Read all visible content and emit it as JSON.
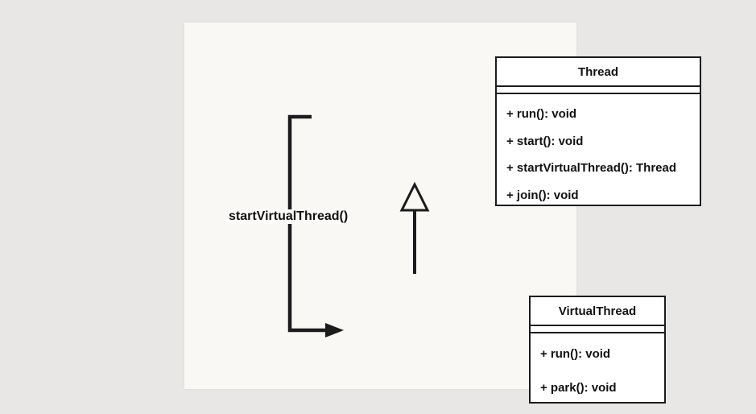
{
  "diagram_type": "uml-class-diagram",
  "colors": {
    "outer_background": "#e8e7e5",
    "panel_background": "#f9f8f5",
    "box_fill": "#ffffff",
    "line": "#1c1c1c",
    "text": "#111111"
  },
  "classes": {
    "thread": {
      "name": "Thread",
      "attributes": [],
      "methods": [
        "+ run(): void",
        "+ start(): void",
        "+ startVirtualThread(): Thread",
        "+ join(): void"
      ]
    },
    "virtual_thread": {
      "name": "VirtualThread",
      "attributes": [],
      "methods": [
        "+ run(): void",
        "+ park(): void"
      ]
    }
  },
  "relationships": {
    "generalization": {
      "type": "generalization",
      "from": "VirtualThread",
      "to": "Thread"
    },
    "call": {
      "type": "directed-arrow",
      "label": "startVirtualThread()",
      "from": "Thread",
      "to": "VirtualThread"
    }
  }
}
